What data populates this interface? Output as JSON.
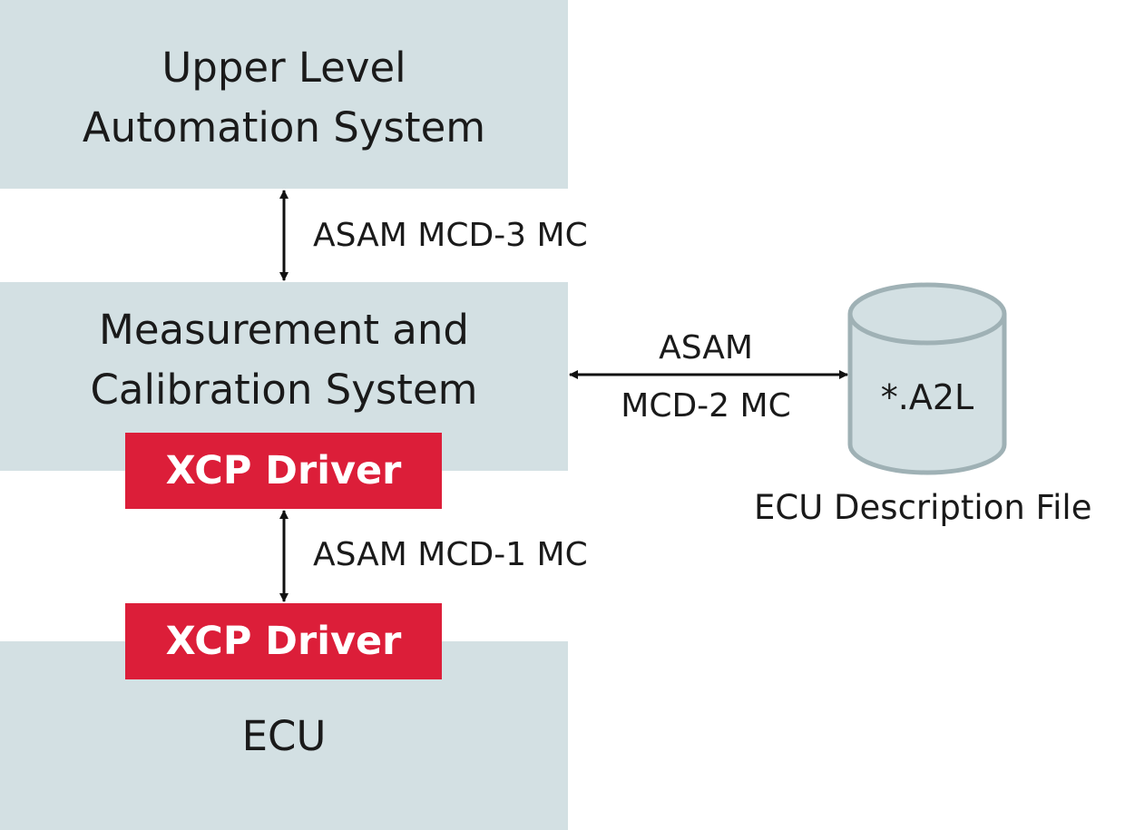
{
  "blocks": {
    "upper": {
      "line1": "Upper Level",
      "line2": "Automation System"
    },
    "mcs": {
      "line1": "Measurement and",
      "line2": "Calibration System"
    },
    "ecu": {
      "label": "ECU"
    }
  },
  "drivers": {
    "top": "XCP Driver",
    "bottom": "XCP Driver"
  },
  "interfaces": {
    "mcd3": "ASAM MCD-3 MC",
    "mcd1": "ASAM MCD-1 MC",
    "mcd2_line1": "ASAM",
    "mcd2_line2": "MCD-2 MC"
  },
  "database": {
    "file_label": "*.A2L",
    "caption": "ECU Description File"
  },
  "colors": {
    "block_fill": "#d3e0e3",
    "driver_fill": "#dc1e39",
    "cylinder_stroke": "#9fb1b5"
  }
}
